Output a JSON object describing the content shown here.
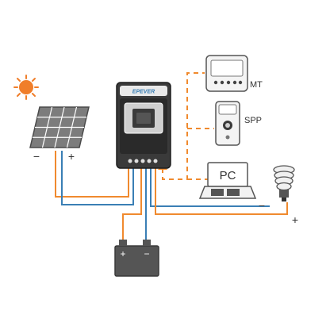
{
  "colors": {
    "orange": "#f08a2e",
    "blue": "#3a7fb5",
    "gray": "#8a8a8a",
    "dark": "#2e2e2e",
    "sun": "#f07e2a",
    "panel": "#7c7c7c"
  },
  "labels": {
    "solar_minus": "−",
    "solar_plus": "+",
    "battery_minus": "−",
    "battery_plus": "+",
    "load_minus": "−",
    "load_plus": "+",
    "mt": "MT",
    "spp": "SPP",
    "pc": "PC",
    "brand": "EPEVER"
  },
  "icons": [
    "sun-icon",
    "solar-panel-icon",
    "controller-icon",
    "mt-meter-icon",
    "spp-device-icon",
    "laptop-icon",
    "bulb-icon",
    "battery-icon"
  ]
}
